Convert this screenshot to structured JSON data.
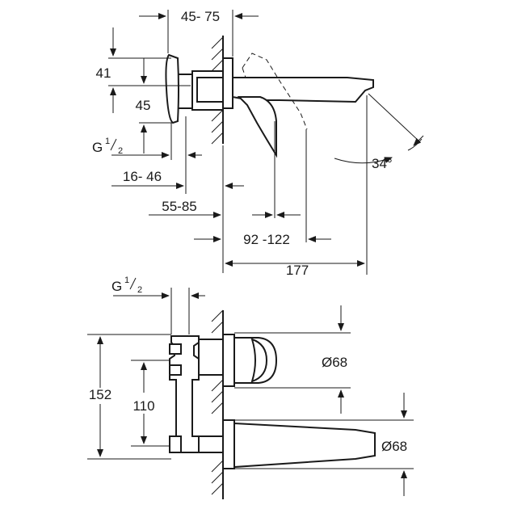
{
  "colors": {
    "ink": "#1a1a1a",
    "background": "#ffffff"
  },
  "side_view": {
    "dims": {
      "wall_offset": "45- 75",
      "handle_height": "41",
      "body_height": "45",
      "thread": {
        "main": "G",
        "sup": "1",
        "sub": "2"
      },
      "depth_1": "16- 46",
      "depth_2": "55-85",
      "handle_range": "92 -122",
      "projection": "177",
      "spout_angle": "34°"
    }
  },
  "front_view": {
    "dims": {
      "thread": {
        "main": "G",
        "sup": "1",
        "sub": "2"
      },
      "total_height": "152",
      "center_distance": "110",
      "rosette_diameter_1": "Ø68",
      "rosette_diameter_2": "Ø68"
    }
  }
}
